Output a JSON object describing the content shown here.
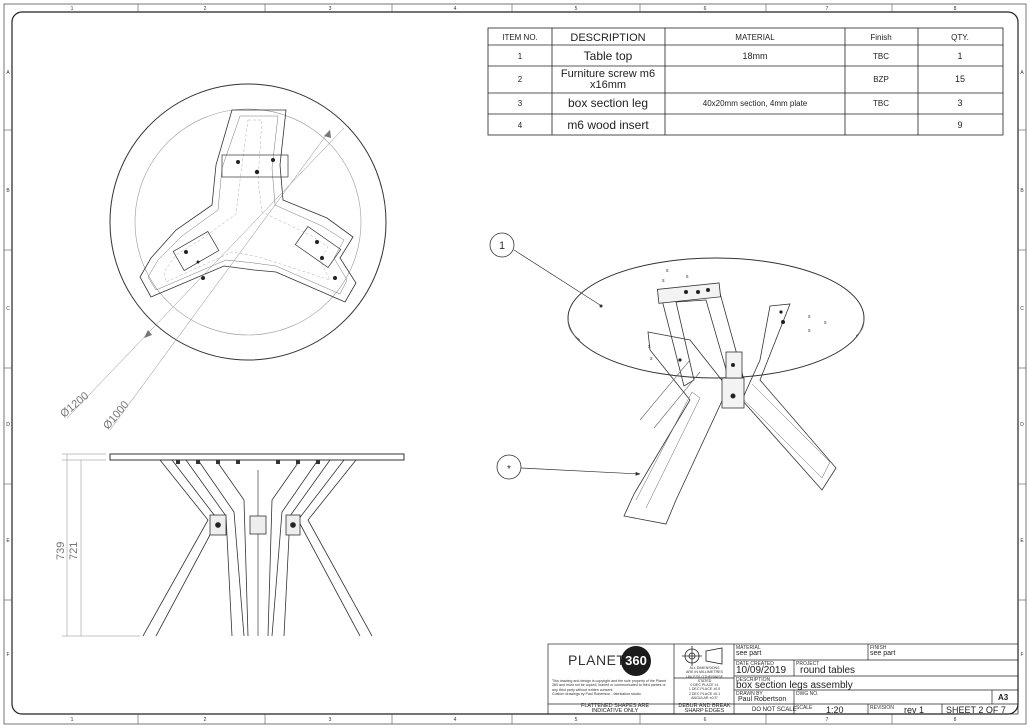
{
  "zones": {
    "columns": [
      "1",
      "2",
      "3",
      "4",
      "5",
      "6",
      "7",
      "8"
    ],
    "rows": [
      "A",
      "B",
      "C",
      "D",
      "E",
      "F"
    ]
  },
  "bom": {
    "headers": [
      "ITEM NO.",
      "DESCRIPTION",
      "MATERIAL",
      "Finish",
      "QTY."
    ],
    "rows": [
      {
        "item": "1",
        "description": "Table top",
        "material": "18mm",
        "finish": "TBC",
        "qty": "1"
      },
      {
        "item": "2",
        "description_line1": "Furniture screw m6",
        "description_line2": "x16mm",
        "material": "",
        "finish": "BZP",
        "qty": "15"
      },
      {
        "item": "3",
        "description": "box section leg",
        "material": "40x20mm section, 4mm plate",
        "finish": "TBC",
        "qty": "3"
      },
      {
        "item": "4",
        "description": "m6 wood insert",
        "material": "",
        "finish": "",
        "qty": "9"
      }
    ]
  },
  "dimensions": {
    "outer_diameter": "Ø1200",
    "inner_diameter": "Ø1000",
    "overall_height": "739",
    "leg_height": "721"
  },
  "balloons": {
    "item1": "1",
    "item_star": "*"
  },
  "title_block": {
    "logo_text": "PLANET",
    "logo_number": "360",
    "copyright_text": "This drawing and design is copyright and the sole property of the Planet 360 and must not be copied, loaned or communicated to third parties or any third party without written consent.",
    "address_text": "Custom drawings by Paul Robertson - fabrication studio",
    "tolerance_lines": [
      "ALL DIMENSIONS",
      "ARE IN MILLIMETRES",
      "UNLESS OTHERWISE",
      "STATED",
      "0 DEC PLACE ±1",
      "1 DEC PLACE ±0.5",
      "2 DEC PLACE ±0.1",
      "ANGULAR ±0.5°"
    ],
    "flattened_note": "FLATTENED SHAPES ARE",
    "flattened_note2": "INDICATIVE ONLY",
    "deburr_note": "DEBUR AND BREAK",
    "deburr_note2": "SHARP EDGES",
    "material_label": "MATERIAL",
    "material_value": "see part",
    "finish_label": "FINISH",
    "finish_value": "see part",
    "date_label": "DATE CREATED",
    "date_value": "10/09/2019",
    "project_label": "PROJECT",
    "project_value": "round tables",
    "description_label": "DESCRIPTION",
    "description_value": "box section legs assembly",
    "drawn_label": "DRAWN BY",
    "drawn_value": "Paul Robertson",
    "dwg_label": "DWG NO.",
    "dwg_value": "",
    "size_value": "A3",
    "do_not_scale": "DO NOT SCALE",
    "scale_label": "SCALE",
    "scale_value": "1:20",
    "revision_label": "REVISION",
    "revision_value": "rev 1",
    "sheet_value": "SHEET 2 OF 7"
  }
}
